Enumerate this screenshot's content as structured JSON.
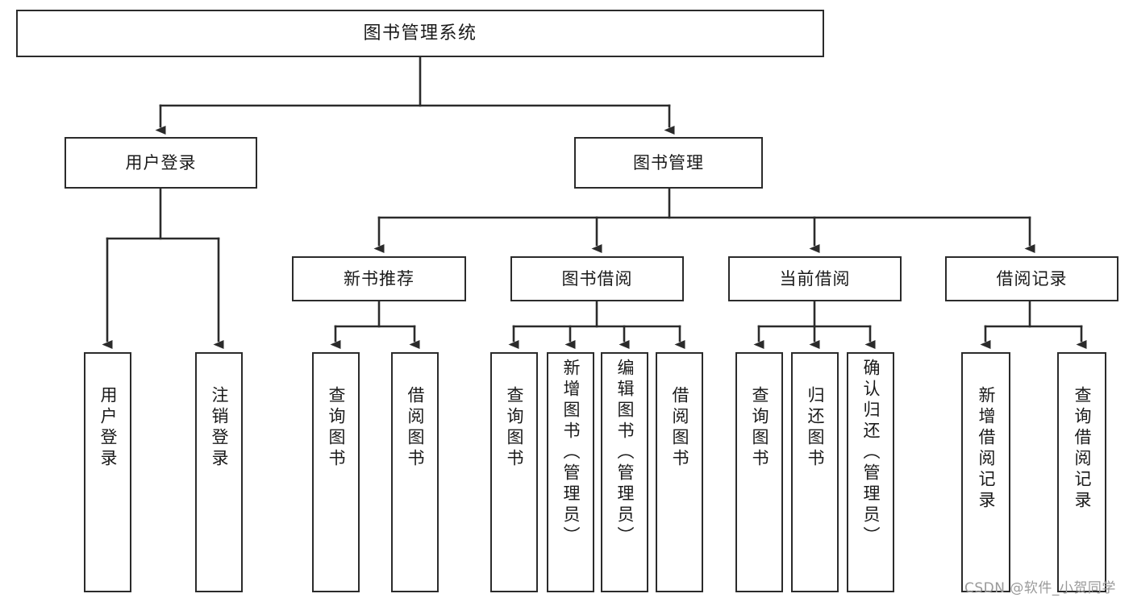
{
  "diagram": {
    "type": "tree-hierarchy",
    "title": "图书管理系统",
    "nodes": {
      "root": {
        "label": "图书管理系统"
      },
      "level2": [
        {
          "id": "user-login",
          "label": "用户登录"
        },
        {
          "id": "book-manage",
          "label": "图书管理"
        }
      ],
      "level3": [
        {
          "id": "new-book-recommend",
          "label": "新书推荐"
        },
        {
          "id": "book-borrow",
          "label": "图书借阅"
        },
        {
          "id": "current-borrow",
          "label": "当前借阅"
        },
        {
          "id": "borrow-record",
          "label": "借阅记录"
        }
      ],
      "leaves": {
        "user-login": [
          {
            "id": "leaf-user-login",
            "label": "用户登录"
          },
          {
            "id": "leaf-logout",
            "label": "注销登录"
          }
        ],
        "new-book-recommend": [
          {
            "id": "leaf-query-book-1",
            "label": "查询图书"
          },
          {
            "id": "leaf-borrow-book-1",
            "label": "借阅图书"
          }
        ],
        "book-borrow": [
          {
            "id": "leaf-query-book-2",
            "label": "查询图书"
          },
          {
            "id": "leaf-add-book",
            "label": "新增图书（管理员）"
          },
          {
            "id": "leaf-edit-book",
            "label": "编辑图书（管理员）"
          },
          {
            "id": "leaf-borrow-book-2",
            "label": "借阅图书"
          }
        ],
        "current-borrow": [
          {
            "id": "leaf-query-book-3",
            "label": "查询图书"
          },
          {
            "id": "leaf-return-book",
            "label": "归还图书"
          },
          {
            "id": "leaf-confirm-return",
            "label": "确认归还（管理员）"
          }
        ],
        "borrow-record": [
          {
            "id": "leaf-add-record",
            "label": "新增借阅记录"
          },
          {
            "id": "leaf-query-record",
            "label": "查询借阅记录"
          }
        ]
      }
    },
    "colors": {
      "stroke": "#2b2b2b",
      "fill": "#ffffff",
      "text": "#1a1a1a",
      "watermark": "#9a9a9a"
    }
  },
  "watermark": {
    "text": "CSDN @软件_小贺同学"
  }
}
